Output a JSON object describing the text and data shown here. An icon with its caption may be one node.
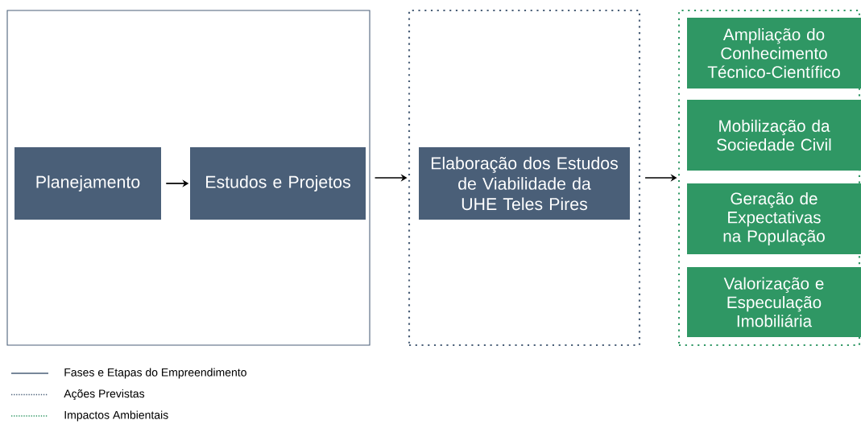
{
  "diagram": {
    "nodes": [
      {
        "text": [],
        "shape": "box"
      },
      {
        "text": [
          "Planejamento"
        ],
        "in": 0
      },
      {
        "text": [
          "Estudos e Projetos"
        ],
        "in": 0
      },
      {
        "text": [],
        "shape": "box"
      },
      {
        "text": [
          "Elaboração dos Estudos de Viabilidade da UHE Teles Pires"
        ],
        "in": 3
      },
      {
        "text": [],
        "shape": "box"
      },
      {
        "text": [
          "Ampliação do Conhecimento Técnico-Científico"
        ],
        "in": 5
      },
      {
        "text": [
          "Mobilização da Sociedade Civil"
        ],
        "in": 5
      },
      {
        "text": [
          "Geração de Expectativas na População"
        ],
        "in": 5
      },
      {
        "text": [
          "Valorização e Especulação Imobiliária"
        ],
        "in": 5
      }
    ],
    "edges": [
      {
        "from": 1,
        "to": 2,
        "arrow": "to"
      },
      {
        "from": 0,
        "to": 3,
        "arrow": "to"
      },
      {
        "from": 3,
        "to": 5,
        "arrow": "to"
      }
    ],
    "legend": [
      {
        "text": "Fases e Etapas do Empreendimento"
      },
      {
        "text": "Ações Previstas"
      },
      {
        "text": "Impactos Ambientais"
      }
    ]
  }
}
